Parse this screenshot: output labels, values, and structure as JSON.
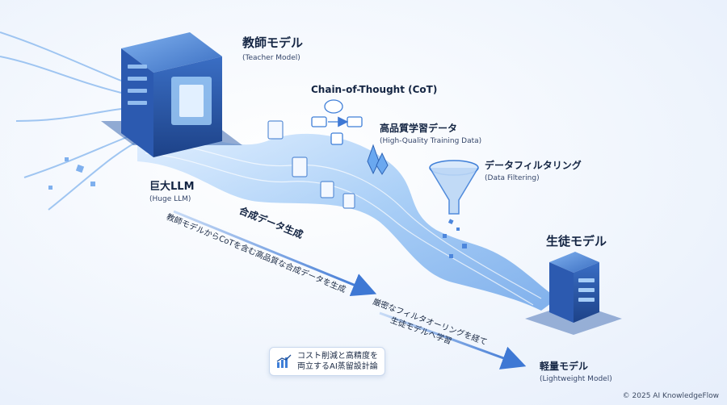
{
  "teacher": {
    "title": "教師モデル",
    "subtitle": "(Teacher Model)"
  },
  "huge": {
    "title": "巨大LLM",
    "subtitle": "(Huge LLM)"
  },
  "cot": {
    "title": "Chain-of-Thought (CoT)"
  },
  "hq": {
    "title": "高品質学習データ",
    "subtitle": "(High-Quality Training Data)"
  },
  "filter": {
    "title": "データフィルタリング",
    "subtitle": "(Data Filtering)"
  },
  "synth_label": "合成データ生成",
  "arrow1_text": "教師モデルからCoTを含む高品質な合成データを生成",
  "arrow2_text": {
    "line1": "厳密なフィルタオーリングを経て",
    "line2": "生徒モデルへ学習"
  },
  "student": {
    "title": "生徒モデル"
  },
  "light": {
    "title": "軽量モデル",
    "subtitle": "(Lightweight Model)"
  },
  "note": {
    "line1": "コスト削減と高精度を",
    "line2": "両立するAI蒸留設計論"
  },
  "footer": "© 2025 AI KnowledgeFlow",
  "colors": {
    "accent": "#3f7fd8",
    "dark": "#1f4f96",
    "stream": "#7fb3ef"
  }
}
